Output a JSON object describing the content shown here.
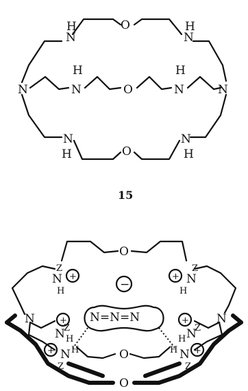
{
  "top": {
    "n": "N",
    "o": "O",
    "h": "H",
    "compound_number": "15"
  },
  "bottom": {
    "n": "N",
    "o": "O",
    "h": "H",
    "z": "Z",
    "plus": "+",
    "minus": "−",
    "azide": "N=N=N"
  }
}
